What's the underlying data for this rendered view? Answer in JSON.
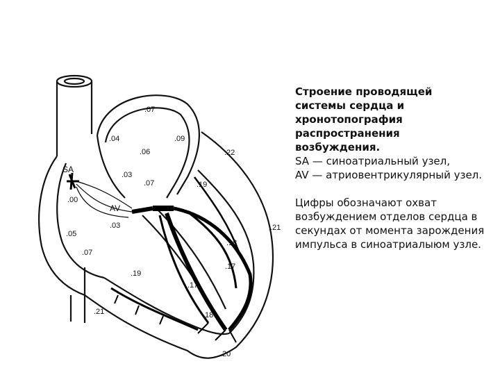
{
  "caption": {
    "title": "Строение проводящей\nсистемы сердца и\nхронотопография\nраспространения\nвозбуждения.",
    "legend": [
      "SA — синоатриальный узел,",
      "AV — атриовентрикулярный узел."
    ],
    "note": "Цифры обозначают охват возбуждением отделов сердца в секундах от момента зарождения импульса в синоатриалыюм узле."
  },
  "diagram": {
    "node_labels": {
      "sa": "SA",
      "av": "AV"
    },
    "time_labels": [
      ".07",
      ".04",
      ".06",
      ".09",
      ".03",
      ".07",
      ".22",
      ".19",
      ".00",
      ".16",
      ".03",
      ".05",
      ".21",
      ".18",
      ".07",
      ".17",
      ".19",
      ".17",
      ".18",
      ".21",
      ".20"
    ]
  }
}
